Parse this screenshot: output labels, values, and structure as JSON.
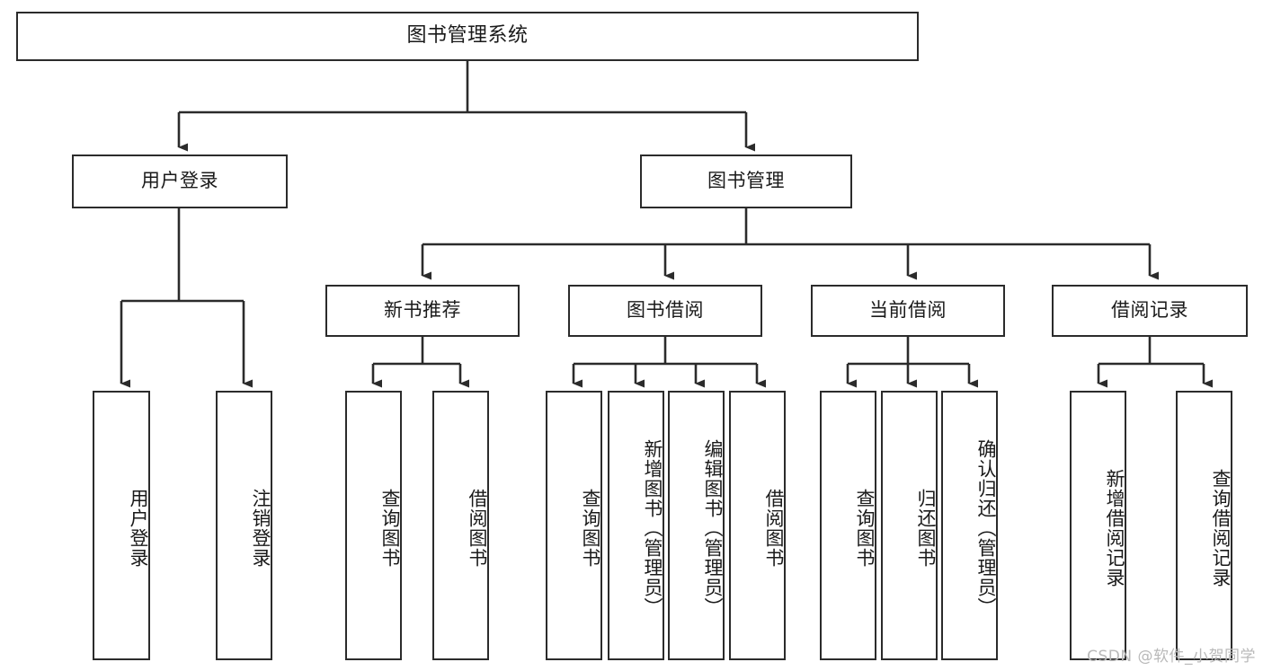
{
  "diagram": {
    "type": "tree-hierarchy-chart",
    "title": "图书管理系统",
    "watermark": "CSDN @软件_小贺同学",
    "style": {
      "border_color": "#2b2b2b",
      "fill_color": "#ffffff",
      "connector_color": "#2b2b2b",
      "text_color": "#1a1a1a",
      "watermark_color": "#b9b9b9"
    },
    "levels": {
      "root": {
        "label": "图书管理系统"
      },
      "level2": [
        {
          "label": "用户登录"
        },
        {
          "label": "图书管理"
        }
      ],
      "level3": [
        {
          "label": "新书推荐"
        },
        {
          "label": "图书借阅"
        },
        {
          "label": "当前借阅"
        },
        {
          "label": "借阅记录"
        }
      ],
      "leaves": {
        "user_login": [
          {
            "label": "用户登录"
          },
          {
            "label": "注销登录"
          }
        ],
        "new_book_recommend": [
          {
            "label": "查询图书"
          },
          {
            "label": "借阅图书"
          }
        ],
        "book_borrow": [
          {
            "label": "查询图书"
          },
          {
            "label": "新增图书（管理员）"
          },
          {
            "label": "编辑图书（管理员）"
          },
          {
            "label": "借阅图书"
          }
        ],
        "current_borrow": [
          {
            "label": "查询图书"
          },
          {
            "label": "归还图书"
          },
          {
            "label": "确认归还（管理员）"
          }
        ],
        "borrow_record": [
          {
            "label": "新增借阅记录"
          },
          {
            "label": "查询借阅记录"
          }
        ]
      }
    }
  }
}
